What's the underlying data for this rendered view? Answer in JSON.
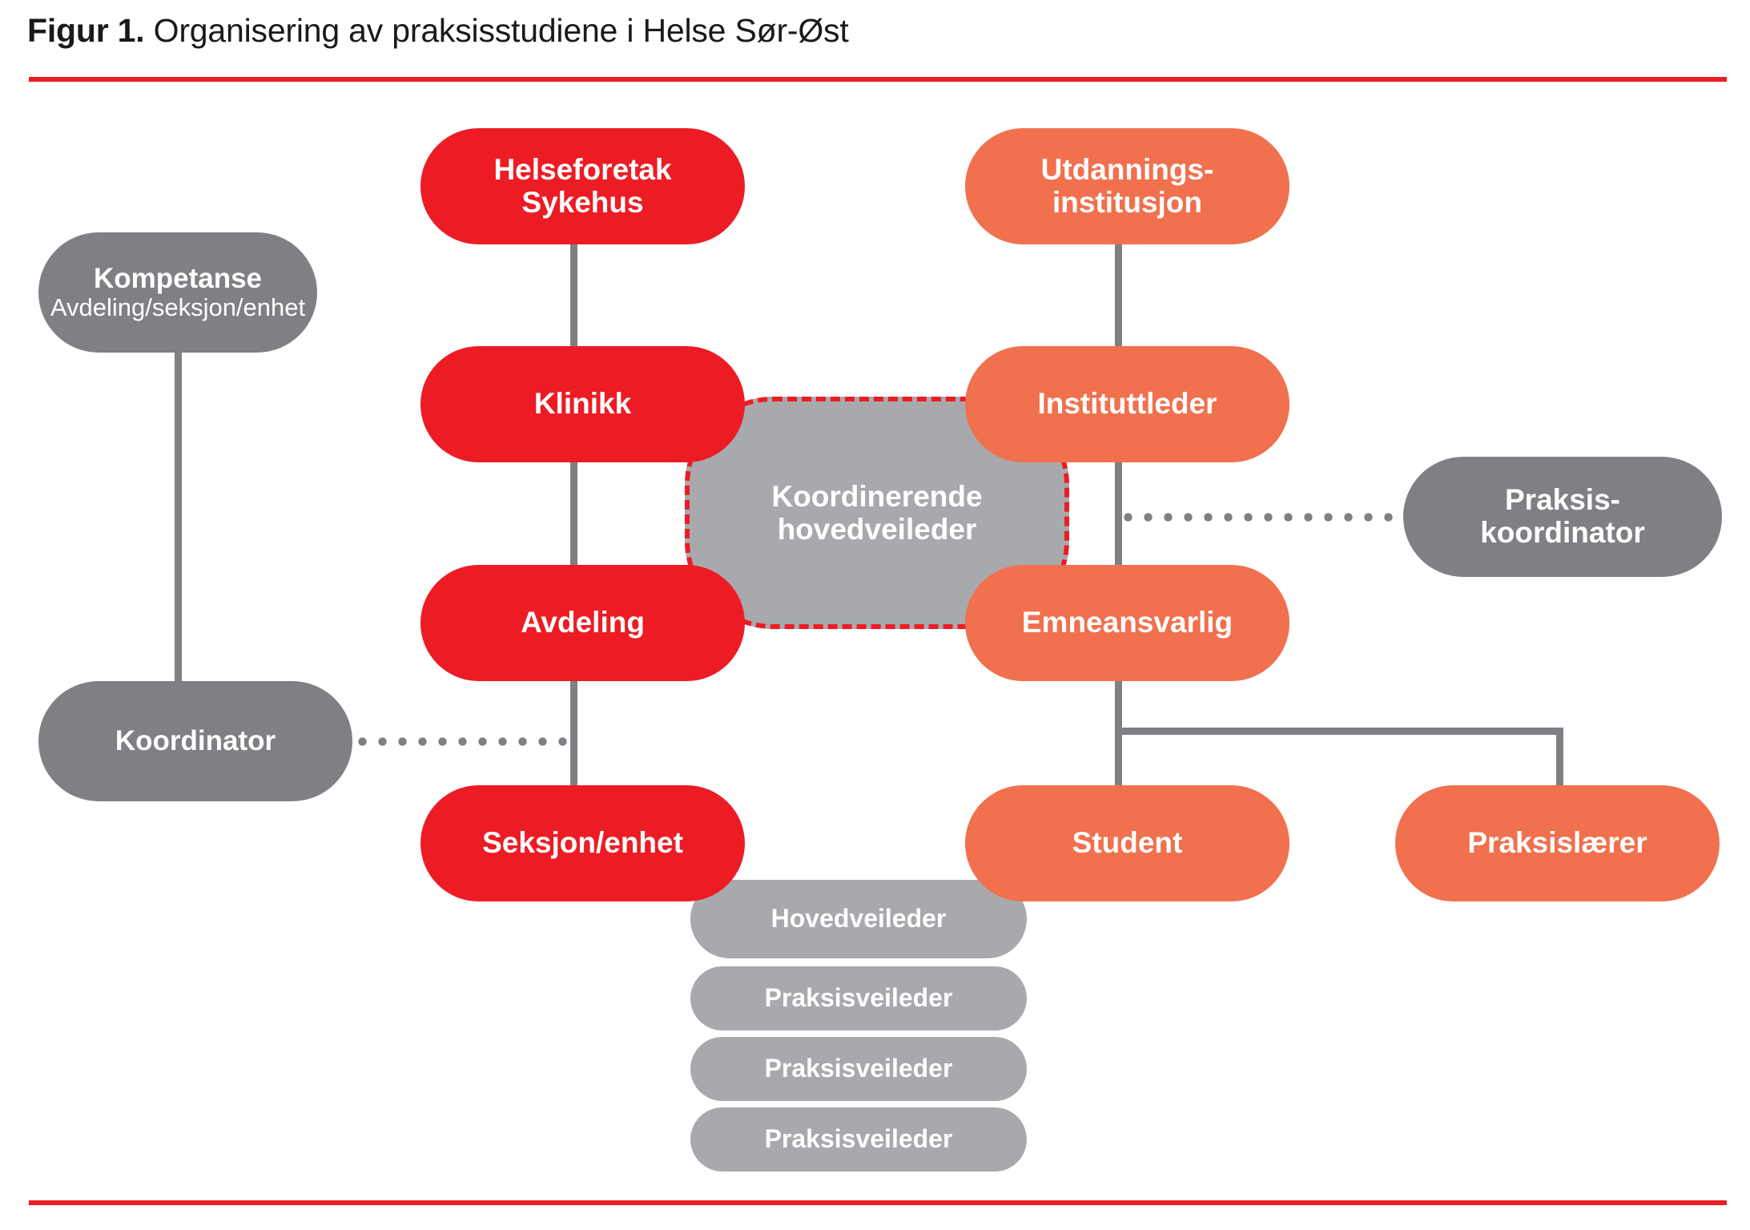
{
  "figure": {
    "label": "Figur 1.",
    "caption": " Organisering av praksisstudiene i Helse Sør-Øst",
    "accent_color": "#ed1c24",
    "red": "#ed1c24",
    "orange": "#f1704e",
    "grey": "#7f8084",
    "grey_light": "#a8a9ad"
  },
  "nodes": {
    "kompetanse": {
      "line1": "Kompetanse",
      "line2": "Avdeling/seksjon/enhet"
    },
    "koordinator": {
      "label": "Koordinator"
    },
    "helseforetak": {
      "line1": "Helseforetak",
      "line2": "Sykehus"
    },
    "klinikk": {
      "label": "Klinikk"
    },
    "avdeling": {
      "label": "Avdeling"
    },
    "seksjon": {
      "label": "Seksjon/enhet"
    },
    "koordinerende": {
      "line1": "Koordinerende",
      "line2": "hovedveileder"
    },
    "utdanningsinstitusjon": {
      "line1": "Utdannings-",
      "line2": "institusjon"
    },
    "instituttleder": {
      "label": "Instituttleder"
    },
    "emneansvarlig": {
      "label": "Emneansvarlig"
    },
    "praksiskoordinator": {
      "line1": "Praksis-",
      "line2": "koordinator"
    },
    "student": {
      "label": "Student"
    },
    "praksislaerer": {
      "label": "Praksislærer"
    },
    "hovedveileder": {
      "label": "Hovedveileder"
    },
    "praksisveileder_1": {
      "label": "Praksisveileder"
    },
    "praksisveileder_2": {
      "label": "Praksisveileder"
    },
    "praksisveileder_3": {
      "label": "Praksisveileder"
    }
  }
}
